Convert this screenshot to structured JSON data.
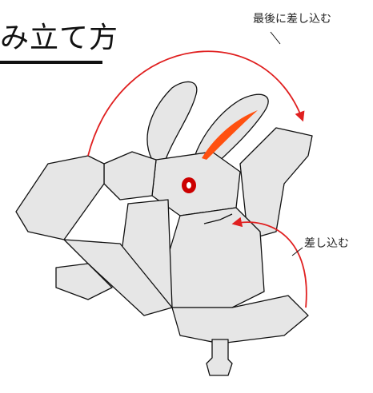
{
  "title": "み立て方",
  "annotations": {
    "insert_last": "最後に差し込む",
    "insert": "差し込む"
  },
  "colors": {
    "line": "#111111",
    "fill": "#e6e6e6",
    "arrow": "#e02020",
    "eye": "#cc0000",
    "ear_accent": "#ff5010"
  }
}
